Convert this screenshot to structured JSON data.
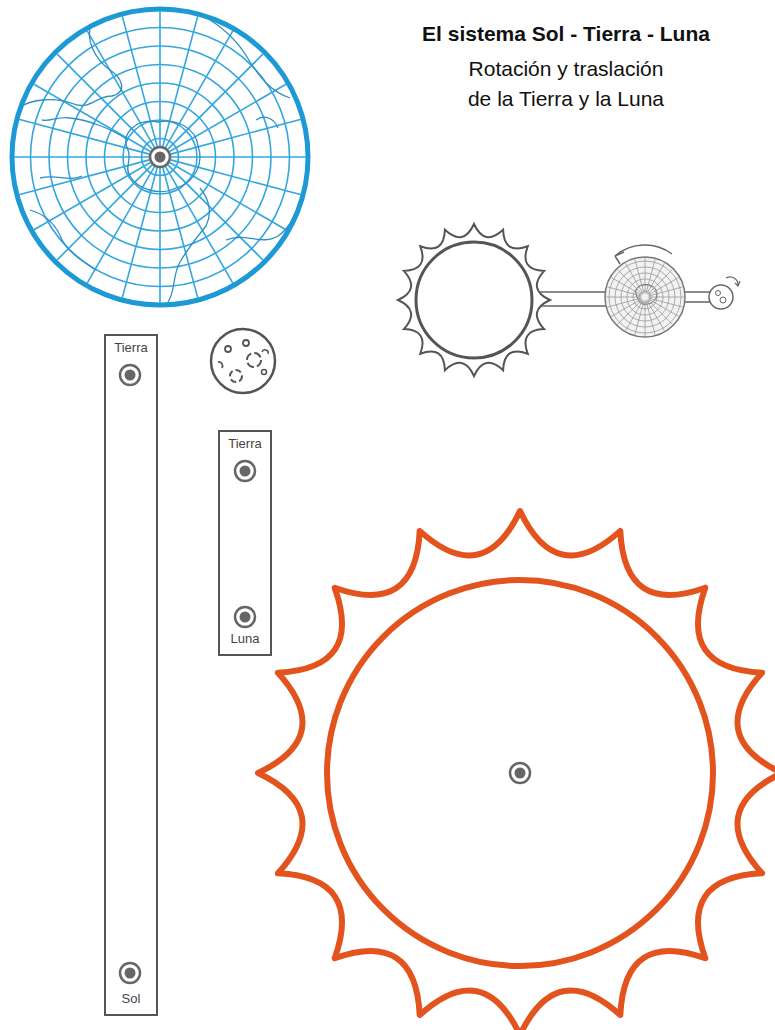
{
  "diagram": {
    "title": "El sistema Sol - Tierra - Luna",
    "nodes": [
      {
        "text": [
          "Tierra",
          "Sol"
        ]
      },
      {
        "text": [
          "Tierra",
          "Luna"
        ]
      }
    ],
    "labels": [
      "Rotación y traslación de la Tierra y la Luna"
    ]
  }
}
